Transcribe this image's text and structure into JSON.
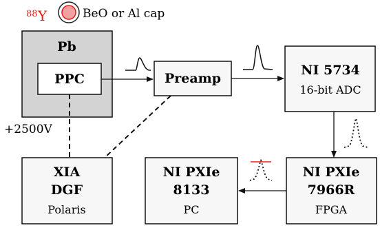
{
  "source": {
    "isotope_mass": "88",
    "isotope_symbol": "Y",
    "cap_label": "BeO or Al cap",
    "color": "#e0201c",
    "fill": "#f2a0a0"
  },
  "pb_shield": {
    "label": "Pb",
    "fill": "#d3d3d3"
  },
  "ppc": {
    "label": "PPC"
  },
  "preamp": {
    "label": "Preamp"
  },
  "adc": {
    "title": "NI 5734",
    "subtitle": "16-bit ADC"
  },
  "xia": {
    "title_line1": "XIA",
    "title_line2": "DGF",
    "subtitle": "Polaris"
  },
  "pc": {
    "title_line1": "NI PXIe",
    "title_line2": "8133",
    "subtitle": "PC"
  },
  "fpga": {
    "title_line1": "NI PXIe",
    "title_line2": "7966R",
    "subtitle": "FPGA"
  },
  "hv_label": "+2500V",
  "colors": {
    "box_fill": "#f7f7f7",
    "stroke": "#111111",
    "threshold_line": "#e0201c"
  },
  "icons": [
    "pulse-small-icon",
    "pulse-large-icon",
    "digitized-pulse-icon",
    "threshold-pulse-icon"
  ]
}
